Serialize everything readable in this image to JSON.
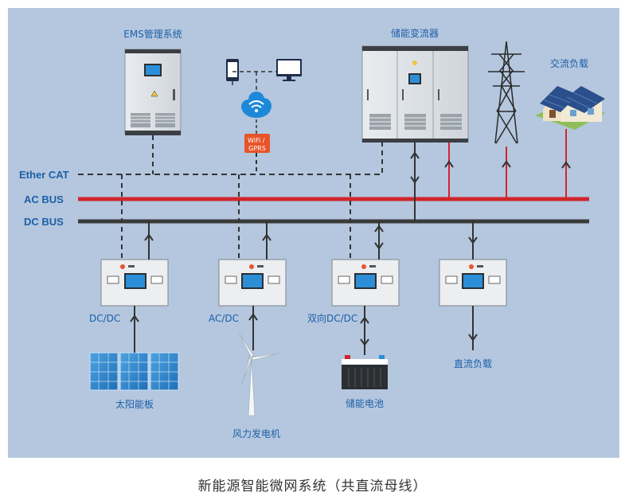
{
  "caption": "新能源智能微网系统（共直流母线）",
  "buses": {
    "ether_cat": "Ether CAT",
    "ac_bus": "AC BUS",
    "dc_bus": "DC BUS"
  },
  "components": {
    "ems": "EMS管理系统",
    "storage_inverter": "储能变流器",
    "ac_load": "交流负载",
    "wifi_gprs": "WiFi / GPRS",
    "dcdc": "DC/DC",
    "acdc": "AC/DC",
    "bidirectional_dcdc": "双向DC/DC",
    "solar_panel": "太阳能板",
    "wind_turbine": "风力发电机",
    "battery": "储能电池",
    "dc_load": "直流负载"
  },
  "colors": {
    "background": "#b4c7de",
    "ac_bus": "#d0252c",
    "dc_bus": "#3a3a3a",
    "label_blue": "#1d5fa8",
    "wifi_badge": "#e8542a"
  }
}
